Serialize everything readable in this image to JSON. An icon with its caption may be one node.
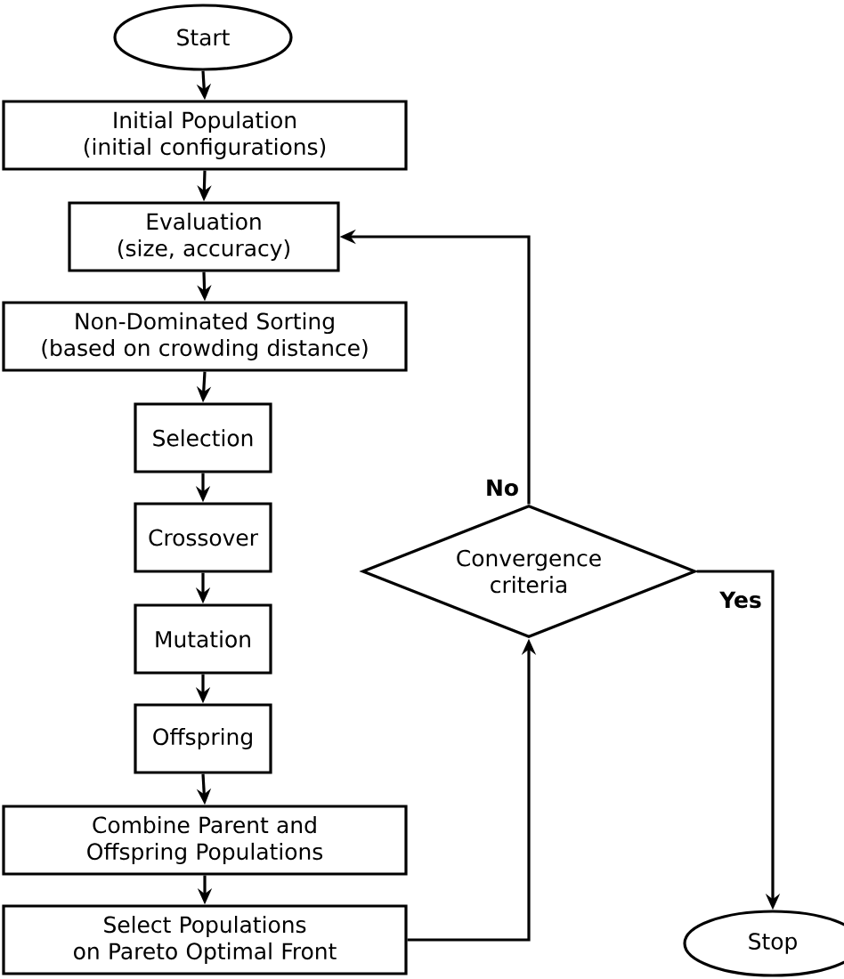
{
  "diagram": {
    "nodes": [
      {
        "text": [
          "Start"
        ]
      },
      {
        "text": [
          "Initial Population",
          "(initial configurations)"
        ]
      },
      {
        "text": [
          "Evaluation",
          "(size, accuracy)"
        ]
      },
      {
        "text": [
          "Non-Dominated Sorting",
          "(based on crowding distance)"
        ]
      },
      {
        "text": [
          "Selection"
        ]
      },
      {
        "text": [
          "Crossover"
        ]
      },
      {
        "text": [
          "Mutation"
        ]
      },
      {
        "text": [
          "Offspring"
        ]
      },
      {
        "text": [
          "Combine Parent and Offspring Populations"
        ]
      },
      {
        "text": [
          "Select Populations",
          "on Pareto Optimal Front"
        ]
      },
      {
        "text": [
          "Convergence criteria"
        ]
      },
      {
        "text": [
          "Stop"
        ]
      }
    ],
    "edges": [
      {
        "from": 0,
        "to": 1,
        "arrow": "to"
      },
      {
        "from": 1,
        "to": 2,
        "arrow": "to"
      },
      {
        "from": 2,
        "to": 3,
        "arrow": "to"
      },
      {
        "from": 3,
        "to": 4,
        "arrow": "to"
      },
      {
        "from": 4,
        "to": 5,
        "arrow": "to"
      },
      {
        "from": 5,
        "to": 6,
        "arrow": "to"
      },
      {
        "from": 6,
        "to": 7,
        "arrow": "to"
      },
      {
        "from": 7,
        "to": 8,
        "arrow": "to"
      },
      {
        "from": 8,
        "to": 9,
        "arrow": "to"
      },
      {
        "from": 9,
        "to": 10,
        "arrow": "to"
      },
      {
        "from": 10,
        "to": 2,
        "arrow": "to",
        "label": "No"
      },
      {
        "from": 10,
        "to": 11,
        "arrow": "to",
        "label": "Yes"
      }
    ]
  }
}
